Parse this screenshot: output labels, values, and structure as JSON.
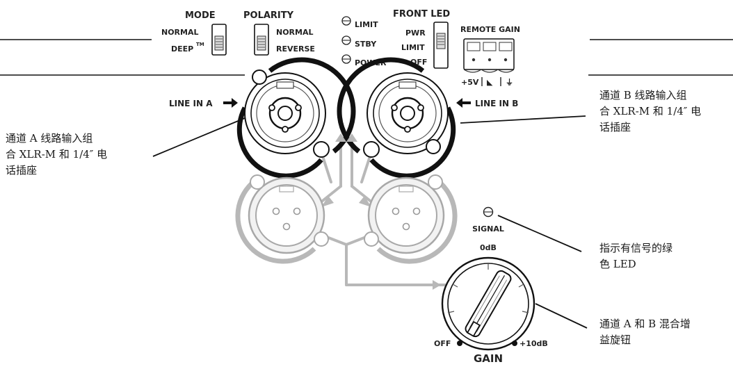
{
  "panel": {
    "mode": {
      "title": "MODE",
      "option_normal": "NORMAL",
      "option_deep": "DEEP",
      "deep_mark": "TM"
    },
    "polarity": {
      "title": "POLARITY",
      "option_normal": "NORMAL",
      "option_reverse": "REVERSE"
    },
    "status_leds": {
      "limit": "LIMIT",
      "stby": "STBY",
      "power": "POWER"
    },
    "front_led": {
      "title": "FRONT LED",
      "option_pwr": "PWR",
      "option_limit": "LIMIT",
      "option_off": "OFF"
    },
    "remote_gain": {
      "title": "REMOTE GAIN",
      "pin_1": "+5V",
      "pin_2": "◣",
      "pin_3": "⏚"
    },
    "inputs": {
      "line_in_a": "LINE IN A",
      "line_in_b": "LINE IN B"
    },
    "signal_led": "SIGNAL",
    "gain_knob": {
      "title": "GAIN",
      "top_mark": "0dB",
      "min_mark": "OFF",
      "max_mark": "+10dB"
    }
  },
  "callouts": {
    "channel_a_input": [
      "通道 A 线路输入组",
      "合 XLR-M 和 1/4″ 电",
      "话插座"
    ],
    "channel_b_input": [
      "通道 B 线路输入组",
      "合 XLR-M 和 1/4″ 电",
      "话插座"
    ],
    "signal_led": [
      "指示有信号的绿",
      "色 LED"
    ],
    "mix_gain_knob": [
      "通道 A 和 B 混合增",
      "益旋钮"
    ]
  },
  "colors": {
    "ink": "#1a1a1a",
    "gray_connector": "#b8b8b8",
    "gray_fill": "#f2f2f2"
  }
}
